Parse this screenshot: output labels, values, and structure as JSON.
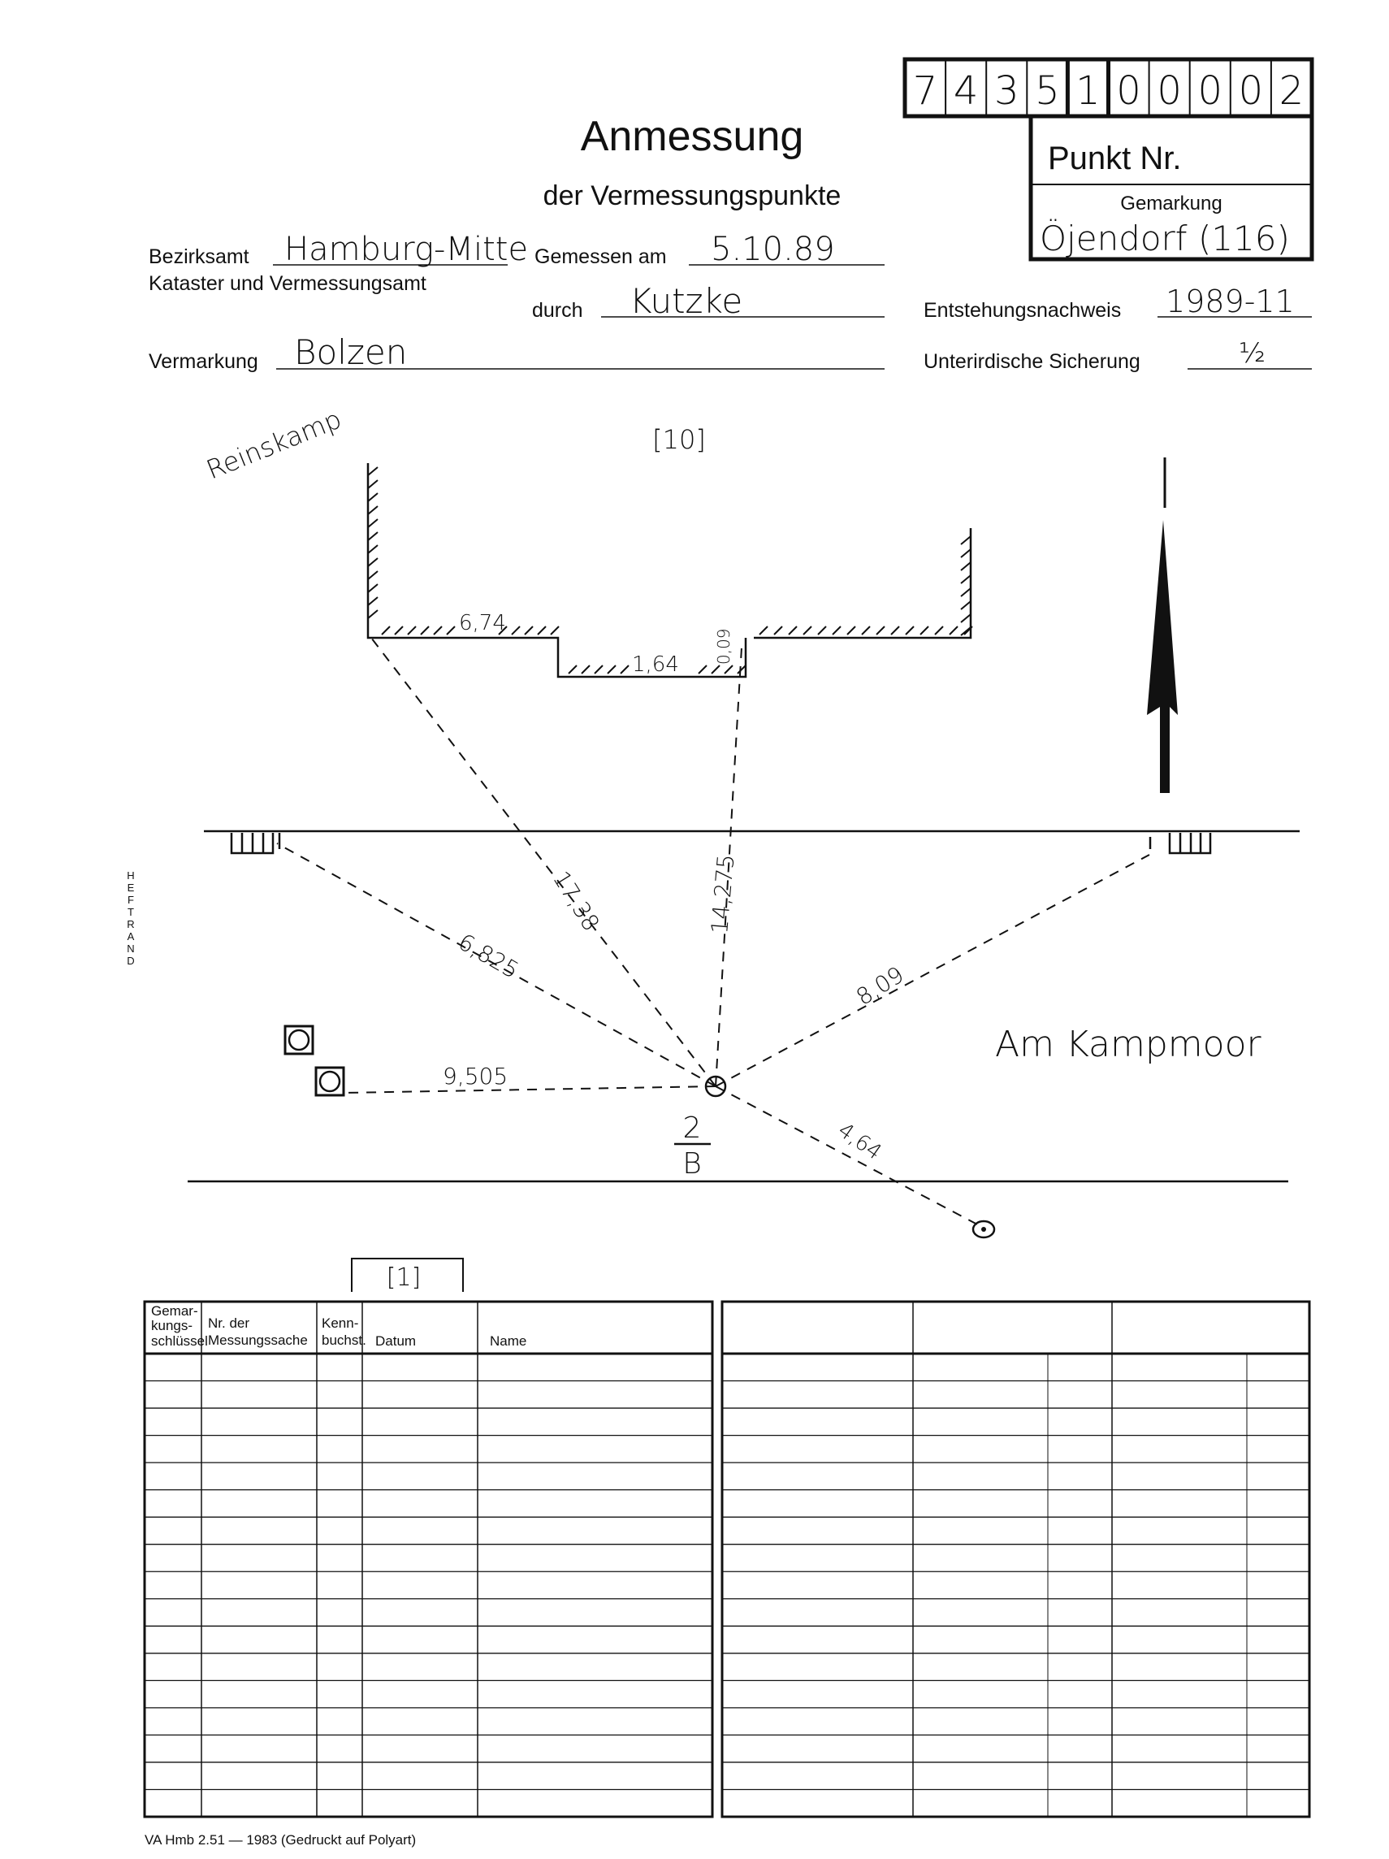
{
  "header": {
    "title": "Anmessung",
    "subtitle": "der Vermessungspunkte",
    "code_digits": [
      "7",
      "4",
      "3",
      "5",
      "1",
      "0",
      "0",
      "0",
      "0",
      "2"
    ],
    "punkt_label": "Punkt Nr.",
    "gemarkung_label": "Gemarkung",
    "gemarkung_value": "Öjendorf (116)"
  },
  "fields": {
    "bezirksamt_label": "Bezirksamt",
    "bezirksamt_value": "Hamburg-Mitte",
    "kataster_label": "Kataster und Vermessungsamt",
    "gemessen_label": "Gemessen am",
    "gemessen_value": "5.10.89",
    "durch_label": "durch",
    "durch_value": "Kutzke",
    "entstehung_label": "Entstehungsnachweis",
    "entstehung_value": "1989-11",
    "vermarkung_label": "Vermarkung",
    "vermarkung_value": "Bolzen",
    "sicherung_label": "Unterirdische Sicherung",
    "sicherung_value": "½"
  },
  "sketch": {
    "ref_top": "[10]",
    "ref_bottom": "[1]",
    "street_top": "Reinskamp",
    "street_right": "Am Kampmoor",
    "building_dims": {
      "a": "6,74",
      "b": "1,64",
      "c": "0,09"
    },
    "distances": {
      "d1": "17,38",
      "d2": "14,275",
      "d3": "6,825",
      "d4": "8,09",
      "d5": "9,505",
      "d6": "4,64"
    },
    "point_num": "2",
    "point_letter": "B",
    "margin_label": [
      "H",
      "E",
      "F",
      "T",
      "R",
      "A",
      "N",
      "D"
    ]
  },
  "table": {
    "headers": [
      "Gemar-",
      "kungs-",
      "schlüssel",
      "Nr. der",
      "Messungssache",
      "Kenn-",
      "buchst.",
      "Datum",
      "Name"
    ]
  },
  "footer": "VA Hmb 2.51 — 1983 (Gedruckt auf Polyart)"
}
